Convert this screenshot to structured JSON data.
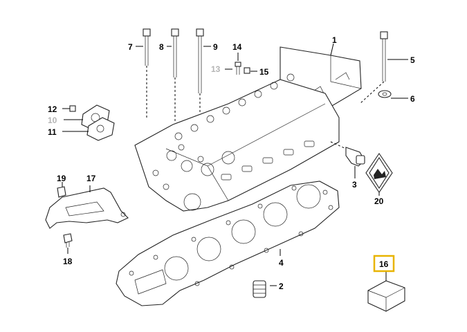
{
  "diagram": {
    "callouts": [
      {
        "id": "c1",
        "label": "1"
      },
      {
        "id": "c2",
        "label": "2"
      },
      {
        "id": "c3",
        "label": "3"
      },
      {
        "id": "c4",
        "label": "4"
      },
      {
        "id": "c5",
        "label": "5"
      },
      {
        "id": "c6",
        "label": "6"
      },
      {
        "id": "c7",
        "label": "7"
      },
      {
        "id": "c8",
        "label": "8"
      },
      {
        "id": "c9",
        "label": "9"
      },
      {
        "id": "c10",
        "label": "10"
      },
      {
        "id": "c11",
        "label": "11"
      },
      {
        "id": "c12",
        "label": "12"
      },
      {
        "id": "c13",
        "label": "13"
      },
      {
        "id": "c14",
        "label": "14"
      },
      {
        "id": "c15",
        "label": "15"
      },
      {
        "id": "c16",
        "label": "16"
      },
      {
        "id": "c17",
        "label": "17"
      },
      {
        "id": "c18",
        "label": "18"
      },
      {
        "id": "c19",
        "label": "19"
      },
      {
        "id": "c20",
        "label": "20"
      }
    ],
    "highlight_color": "#e8b400",
    "inactive_color": "#b4b4b4"
  }
}
